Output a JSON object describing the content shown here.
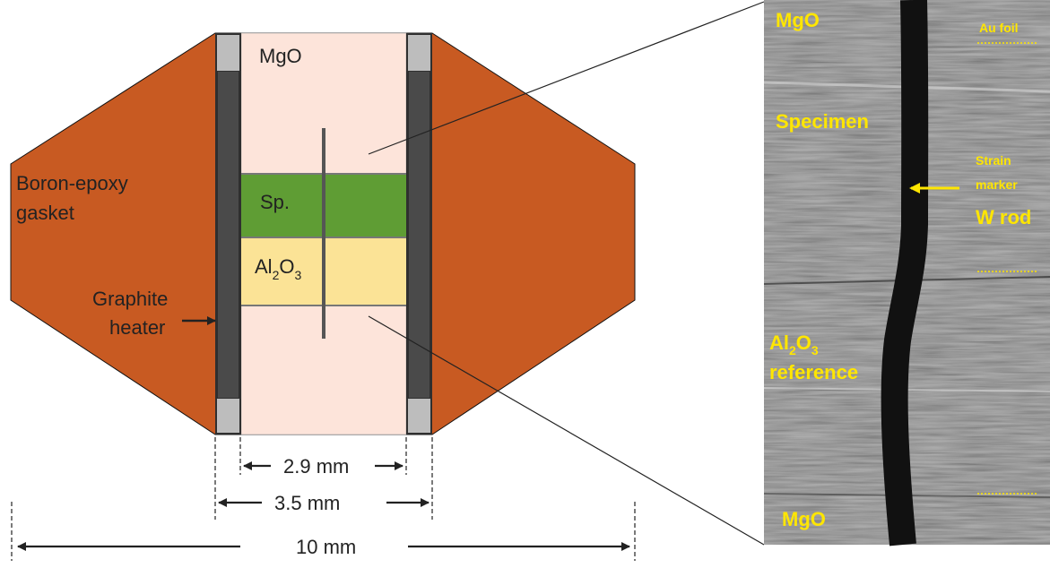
{
  "colors": {
    "gasket": "#c85a22",
    "heater": "#4a4a4a",
    "mgo_fill": "#fde4da",
    "specimen": "#5f9d34",
    "alumina": "#fbe396",
    "plug": "#bdbdbd",
    "xray_label": "#ffe600"
  },
  "diagram": {
    "mgo": "MgO",
    "gasket_line1": "Boron-epoxy",
    "gasket_line2": "gasket",
    "specimen_short": "Sp.",
    "alumina_main": "Al",
    "alumina_sub1": "2",
    "alumina_o": "O",
    "alumina_sub2": "3",
    "heater_line1": "Graphite",
    "heater_line2": "heater",
    "dim_inner": "2.9 mm",
    "dim_middle": "3.5 mm",
    "dim_outer": "10 mm"
  },
  "xray": {
    "mgo_top": "MgO",
    "au_foil": "Au foil",
    "specimen": "Specimen",
    "strain_line1": "Strain",
    "strain_line2": "marker",
    "w_rod": "W rod",
    "alumina_main": "Al",
    "alumina_sub1": "2",
    "alumina_o": "O",
    "alumina_sub2": "3",
    "reference": "reference",
    "mgo_bottom": "MgO"
  }
}
